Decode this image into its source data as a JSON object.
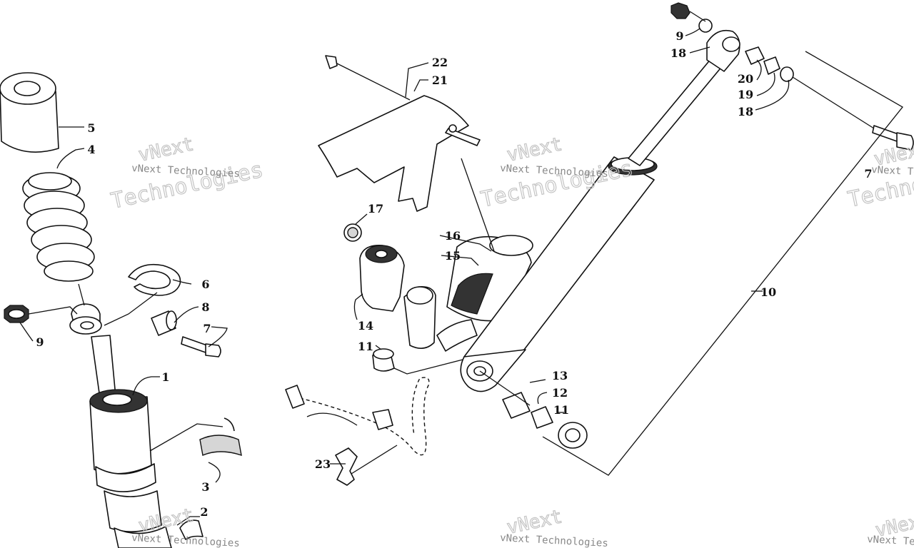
{
  "watermark": {
    "text": "vNext Technologies",
    "outline_word_1": "vNext",
    "outline_word_2": "Technologies"
  },
  "callouts": {
    "c1": "1",
    "c2": "2",
    "c3": "3",
    "c4": "4",
    "c5": "5",
    "c6": "6",
    "c7a": "7",
    "c7b": "7",
    "c8": "8",
    "c9a": "9",
    "c9b": "9",
    "c10": "10",
    "c11a": "11",
    "c11b": "11",
    "c12": "12",
    "c13": "13",
    "c14": "14",
    "c15": "15",
    "c16": "16",
    "c17": "17",
    "c18a": "18",
    "c18b": "18",
    "c19": "19",
    "c20": "20",
    "c21": "21",
    "c22": "22",
    "c23": "23"
  },
  "colors": {
    "line": "#111111",
    "watermark": "#888888",
    "background": "#ffffff"
  }
}
